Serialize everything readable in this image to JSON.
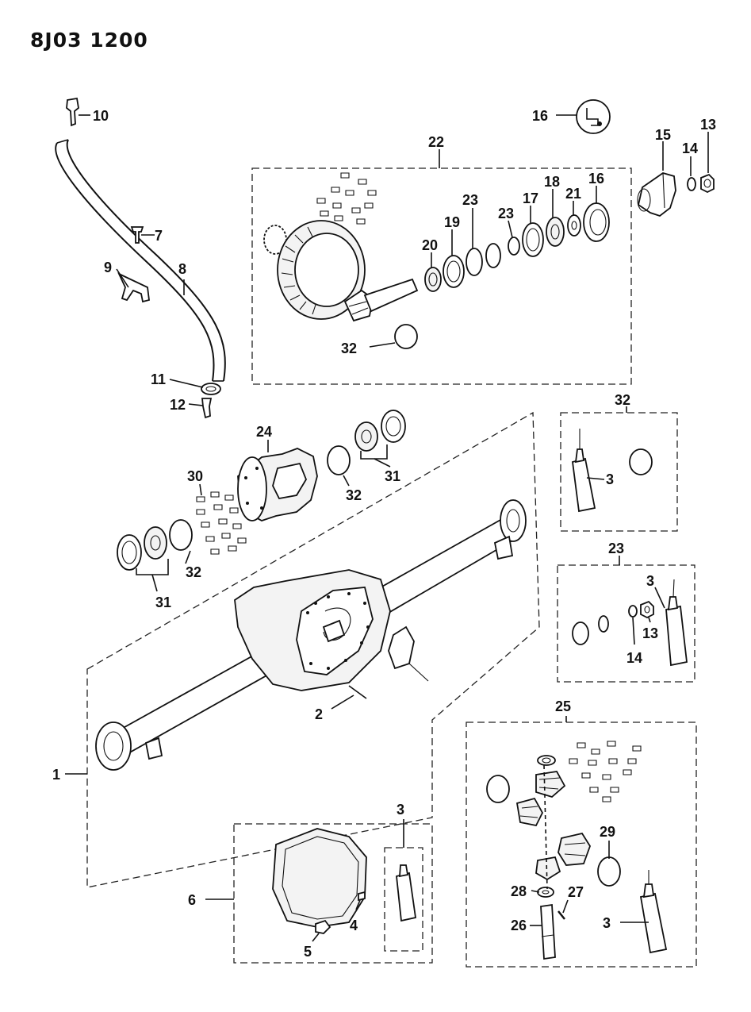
{
  "document": {
    "code": "8J03 1200"
  },
  "callouts": {
    "c1": "1",
    "c2": "2",
    "c3a": "3",
    "c3b": "3",
    "c3c": "3",
    "c3d": "3",
    "c4": "4",
    "c5": "5",
    "c6": "6",
    "c7": "7",
    "c8": "8",
    "c9": "9",
    "c10": "10",
    "c11": "11",
    "c12": "12",
    "c13a": "13",
    "c13b": "13",
    "c14a": "14",
    "c14b": "14",
    "c15": "15",
    "c16a": "16",
    "c16b": "16",
    "c17": "17",
    "c18": "18",
    "c19": "19",
    "c20": "20",
    "c21": "21",
    "c22": "22",
    "c23a": "23",
    "c23b": "23",
    "c23c": "23",
    "c24": "24",
    "c25": "25",
    "c26": "26",
    "c27": "27",
    "c28": "28",
    "c29": "29",
    "c30": "30",
    "c31a": "31",
    "c31b": "31",
    "c32a": "32",
    "c32b": "32",
    "c32c": "32",
    "c32d": "32"
  }
}
